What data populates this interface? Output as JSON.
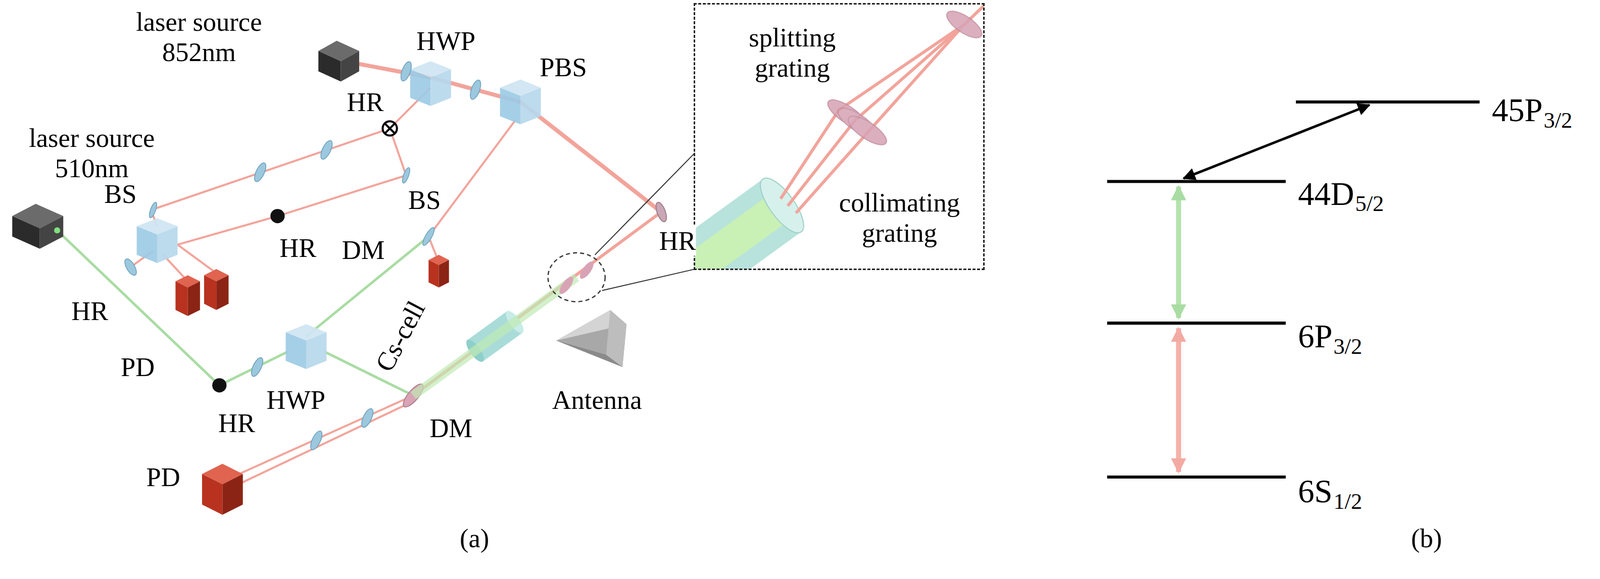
{
  "diagram": {
    "nodes": [
      {
        "text": [
          "splitting grating",
          "collimating grating"
        ]
      }
    ],
    "labels": [
      "laser source 852nm",
      "HWP",
      "HR",
      "PBS",
      "laser source 510nm",
      "BS",
      "BS",
      "HR",
      "DM",
      "HR",
      "HR",
      "PD",
      "Cs-cell",
      "HWP",
      "HR",
      "DM",
      "Antenna",
      "PD",
      "(a)",
      "45P",
      "3/2",
      "44D",
      "5/2",
      "6P",
      "3/2",
      "6S",
      "1/2",
      "(b)"
    ]
  }
}
